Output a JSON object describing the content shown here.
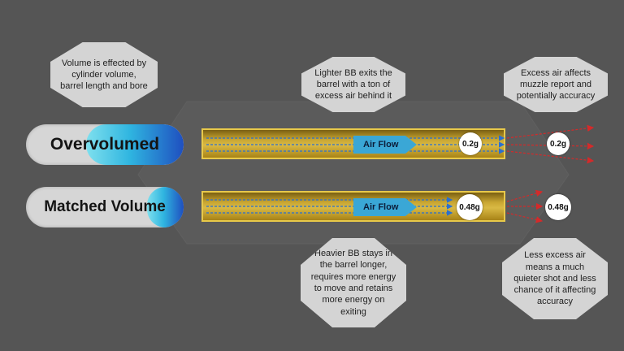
{
  "callouts": {
    "volume": "Volume is effected by cylinder volume, barrel length and bore",
    "lighter": "Lighter BB exits the barrel with a ton of excess air behind it",
    "excess": "Excess air affects muzzle report and potentially accuracy",
    "heavier": "Heavier BB stays in the barrel longer, requires more energy to move and retains more energy on exiting",
    "less": "Less excess air means a much quieter shot and less chance of it affecting accuracy"
  },
  "rows": {
    "over": {
      "title": "Overvolumed",
      "airflow": "Air Flow",
      "bb_inside": "0.2g",
      "bb_outside": "0.2g"
    },
    "matched": {
      "title": "Matched Volume",
      "airflow": "Air Flow",
      "bb_inside": "0.48g",
      "bb_outside": "0.48g"
    }
  },
  "colors": {
    "background": "#555555",
    "callout": "#d4d4d4",
    "barrel_gold": "#d9b944",
    "airflow_blue": "#3aa7d6",
    "excess_air_red": "#d42a2a",
    "flow_lines": "#2a6fd0"
  }
}
